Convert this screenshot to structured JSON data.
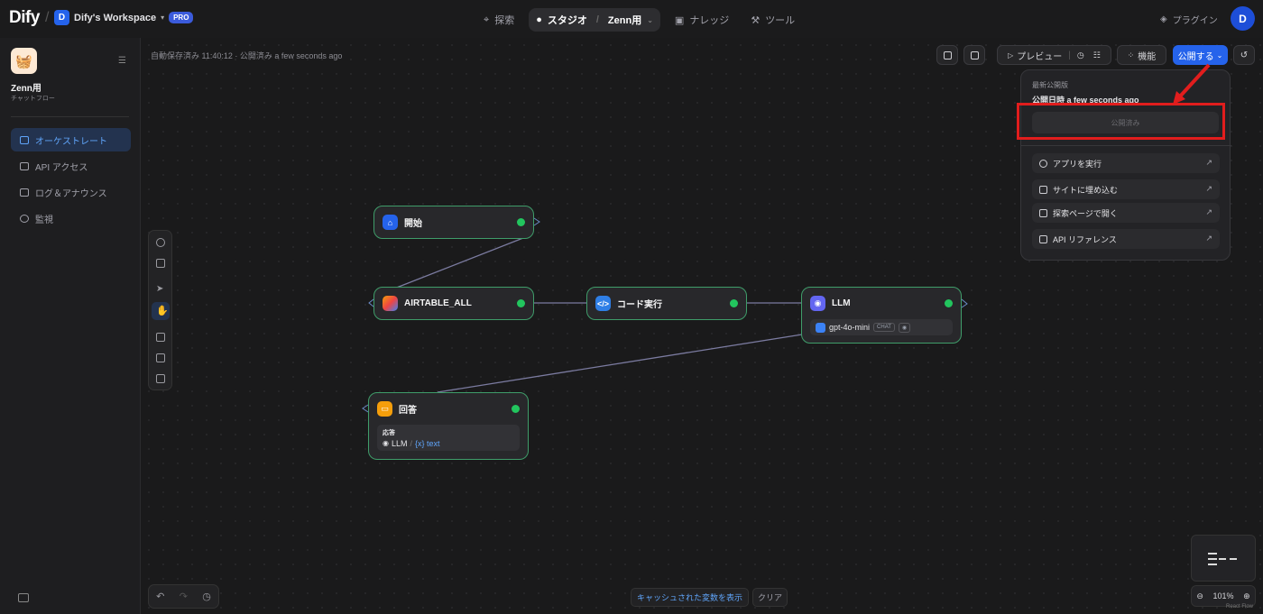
{
  "header": {
    "logo": "Dify",
    "workspace_initial": "D",
    "workspace_name": "Dify's Workspace",
    "plan_badge": "PRO",
    "nav": [
      {
        "label": "探索",
        "icon": "compass-icon"
      },
      {
        "label": "スタジオ",
        "icon": "robot-icon"
      },
      {
        "label": "Zenn用",
        "icon": "chevron-down-icon"
      },
      {
        "label": "ナレッジ",
        "icon": "book-icon"
      },
      {
        "label": "ツール",
        "icon": "hammer-icon"
      }
    ],
    "plugin_label": "プラグイン",
    "user_initial": "D"
  },
  "sidebar": {
    "app_name": "Zenn用",
    "app_type": "チャットフロー",
    "items": [
      {
        "label": "オーケストレート",
        "active": true
      },
      {
        "label": "API アクセス",
        "active": false
      },
      {
        "label": "ログ＆アナウンス",
        "active": false
      },
      {
        "label": "監視",
        "active": false
      }
    ]
  },
  "canvas": {
    "status": "自動保存済み 11:40:12 · 公開済み a few seconds ago",
    "toolbar": {
      "preview": "プレビュー",
      "features": "機能",
      "publish": "公開する"
    },
    "nodes": {
      "start": {
        "title": "開始"
      },
      "airtable": {
        "title": "AIRTABLE_ALL"
      },
      "code": {
        "title": "コード実行"
      },
      "llm": {
        "title": "LLM",
        "model": "gpt-4o-mini",
        "mode": "CHAT"
      },
      "answer": {
        "title": "回答",
        "field_label": "応答",
        "ref_node": "LLM",
        "ref_sep": "/",
        "ref_var": "{x} text"
      }
    },
    "cache_button": "キャッシュされた変数を表示",
    "clear_button": "クリア",
    "zoom_level": "101%",
    "attribution": "React Flow"
  },
  "publish_popover": {
    "label": "最新公開版",
    "published_at": "公開日時 a few seconds ago",
    "published_button": "公開済み",
    "items": [
      {
        "label": "アプリを実行"
      },
      {
        "label": "サイトに埋め込む"
      },
      {
        "label": "探索ページで開く"
      },
      {
        "label": "API リファレンス"
      }
    ]
  },
  "colors": {
    "accent": "#2563eb",
    "node_border": "#3f9d6a",
    "success": "#22c55e",
    "highlight": "#e11d1d"
  }
}
